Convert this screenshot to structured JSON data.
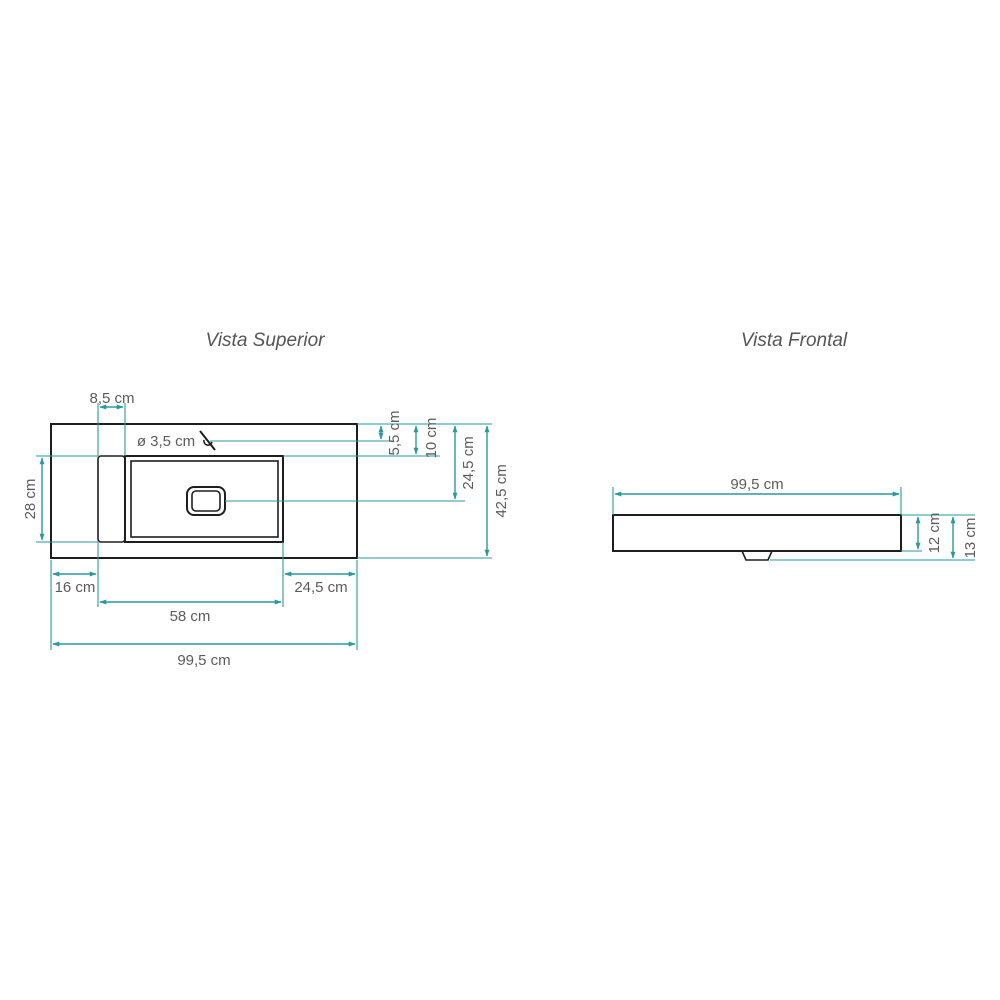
{
  "views": {
    "top": {
      "title": "Vista Superior"
    },
    "front": {
      "title": "Vista Frontal"
    }
  },
  "dimensions": {
    "top_width": "99,5 cm",
    "top_depth": "42,5 cm",
    "basin_length": "58 cm",
    "left_margin": "16 cm",
    "right_margin": "24,5 cm",
    "basin_depth": "28 cm",
    "shelf_width": "8,5 cm",
    "faucet_hole": "ø 3,5 cm",
    "faucet_offset": "5,5 cm",
    "back_offset": "10 cm",
    "drain_offset": "24,5 cm",
    "front_width": "99,5 cm",
    "front_height_inner": "12 cm",
    "front_height_outer": "13 cm"
  },
  "colors": {
    "dimension": "#2a9a9c",
    "outline": "#1e1e1e",
    "text": "#5b5b5b"
  }
}
